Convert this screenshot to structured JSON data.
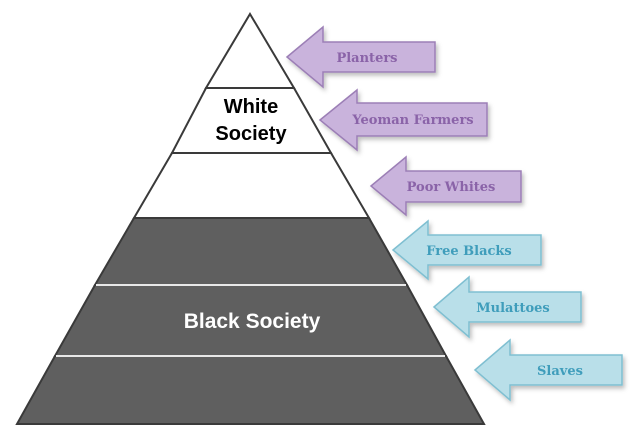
{
  "pyramid": {
    "white_label_line1": "White",
    "white_label_line2": "Society",
    "black_label": "Black Society",
    "colors": {
      "white_tiers": "#ffffff",
      "black_tiers": "#5f5f5f",
      "outline": "#3a3a3a",
      "divider_dark": "#e8e8e8"
    }
  },
  "arrows": {
    "white": [
      {
        "label": "Planters"
      },
      {
        "label": "Yeoman Farmers"
      },
      {
        "label": "Poor Whites"
      }
    ],
    "black": [
      {
        "label": "Free Blacks"
      },
      {
        "label": "Mulattoes"
      },
      {
        "label": "Slaves"
      }
    ],
    "colors": {
      "white_fill": "#c9b3dc",
      "white_stroke": "#9c7fb6",
      "white_text": "#8a63a8",
      "black_fill": "#b9dfe9",
      "black_stroke": "#7fbfd1",
      "black_text": "#3f9dbb"
    }
  }
}
